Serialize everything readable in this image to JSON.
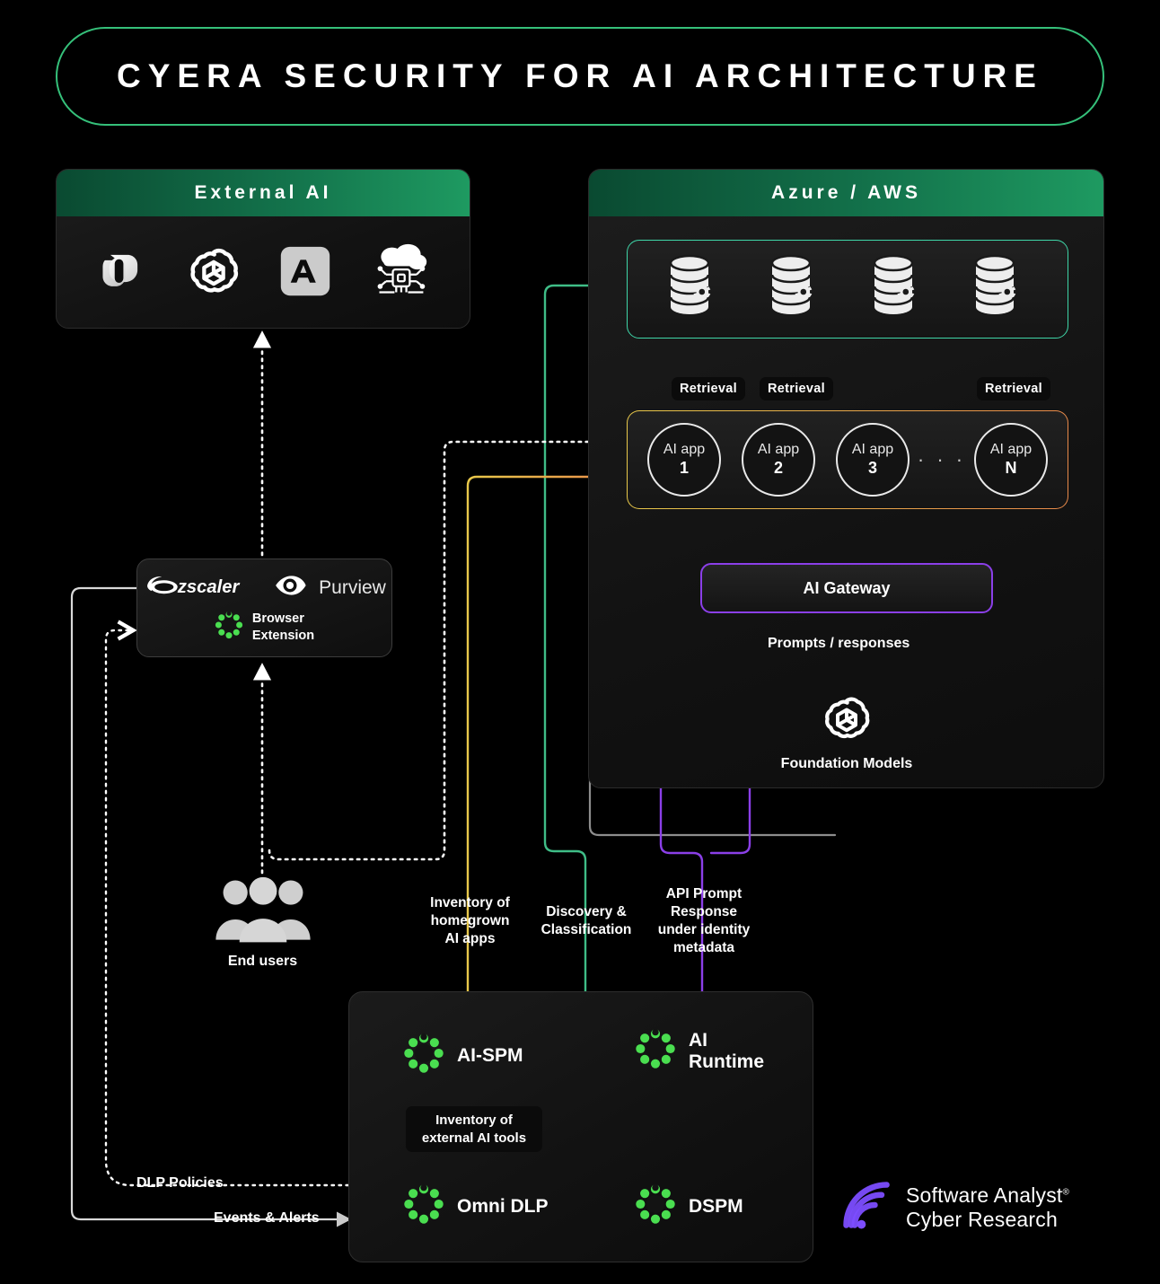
{
  "title": "CYERA SECURITY FOR AI ARCHITECTURE",
  "panels": {
    "external_ai": {
      "header": "External AI",
      "logos": [
        {
          "name": "microsoft-copilot-logo",
          "label": "Microsoft Copilot"
        },
        {
          "name": "openai-logo",
          "label": "OpenAI"
        },
        {
          "name": "anthropic-logo",
          "label": "Anthropic"
        },
        {
          "name": "cloud-ai-chip-icon",
          "label": "Cloud AI"
        }
      ]
    },
    "cloud": {
      "header": "Azure / AWS",
      "databases": [
        {
          "name": "database-gear-icon-1"
        },
        {
          "name": "database-gear-icon-2"
        },
        {
          "name": "database-gear-icon-3"
        },
        {
          "name": "database-gear-icon-4"
        }
      ],
      "retrieval_labels": [
        "Retrieval",
        "Retrieval",
        "Retrieval"
      ],
      "ai_apps": [
        {
          "line1": "AI app",
          "line2": "1"
        },
        {
          "line1": "AI app",
          "line2": "2"
        },
        {
          "line1": "AI app",
          "line2": "3"
        },
        {
          "line1": "AI app",
          "line2": "N"
        }
      ],
      "ellipsis": "· · ·",
      "gateway": "AI Gateway",
      "prompts_label": "Prompts / responses",
      "foundation_models": "Foundation Models"
    }
  },
  "zscaler_box": {
    "zscaler": "zscaler",
    "purview": "Purview",
    "browser_extension_line1": "Browser",
    "browser_extension_line2": "Extension"
  },
  "end_users": {
    "label": "End users"
  },
  "products": {
    "ai_spm": "AI-SPM",
    "ai_runtime_line1": "AI",
    "ai_runtime_line2": "Runtime",
    "omni_dlp": "Omni DLP",
    "dspm": "DSPM",
    "inventory_external_line1": "Inventory of",
    "inventory_external_line2": "external AI tools"
  },
  "flows": {
    "inventory_homegrown": "Inventory of\nhomegrown\nAI apps",
    "inventory_homegrown_l1": "Inventory of",
    "inventory_homegrown_l2": "homegrown",
    "inventory_homegrown_l3": "AI apps",
    "discovery_l1": "Discovery &",
    "discovery_l2": "Classification",
    "api_prompt_l1": "API Prompt",
    "api_prompt_l2": "Response",
    "api_prompt_l3": "under identity",
    "api_prompt_l4": "metadata",
    "dlp_policies": "DLP Policies",
    "events_alerts": "Events & Alerts"
  },
  "footer": {
    "line1": "Software Analyst",
    "line2": "Cyber Research",
    "registered": "®"
  },
  "colors": {
    "brand_green": "#35c07a",
    "header_green_dark": "#0a4a31",
    "header_green_light": "#1e9a61",
    "db_border_teal": "#3fd6a8",
    "app_border_yellow": "#e8c84a",
    "app_border_orange": "#e98a4a",
    "gateway_purple": "#8b3fe8",
    "cyera_dot_green": "#4ade50",
    "wire_gray": "#c9c9c9",
    "flow_teal": "#3fbd87",
    "flow_purple": "#8b3fe8"
  }
}
